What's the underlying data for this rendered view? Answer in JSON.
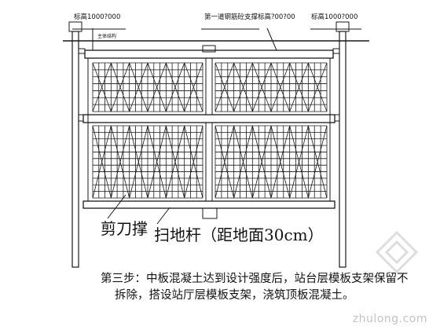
{
  "labels": {
    "elev_left": "标高1000?000",
    "elev_mid": "第一道钢筋砼支撑标高?00?00",
    "elev_right": "标高1000?000",
    "top_small": "主体结构",
    "shear_brace": "剪刀撑",
    "sweep_rod": "扫地杆（距地面30cm）"
  },
  "caption": {
    "line1": "第三步：中板混凝土达到设计强度后，站台层模板支架保留不",
    "line2": "拆除，搭设站厅层模板支架，浇筑顶板混凝土。"
  },
  "watermark": "zhulong.com",
  "colors": {
    "line": "#1a1a1a",
    "watermark": "#c4c4c4"
  }
}
